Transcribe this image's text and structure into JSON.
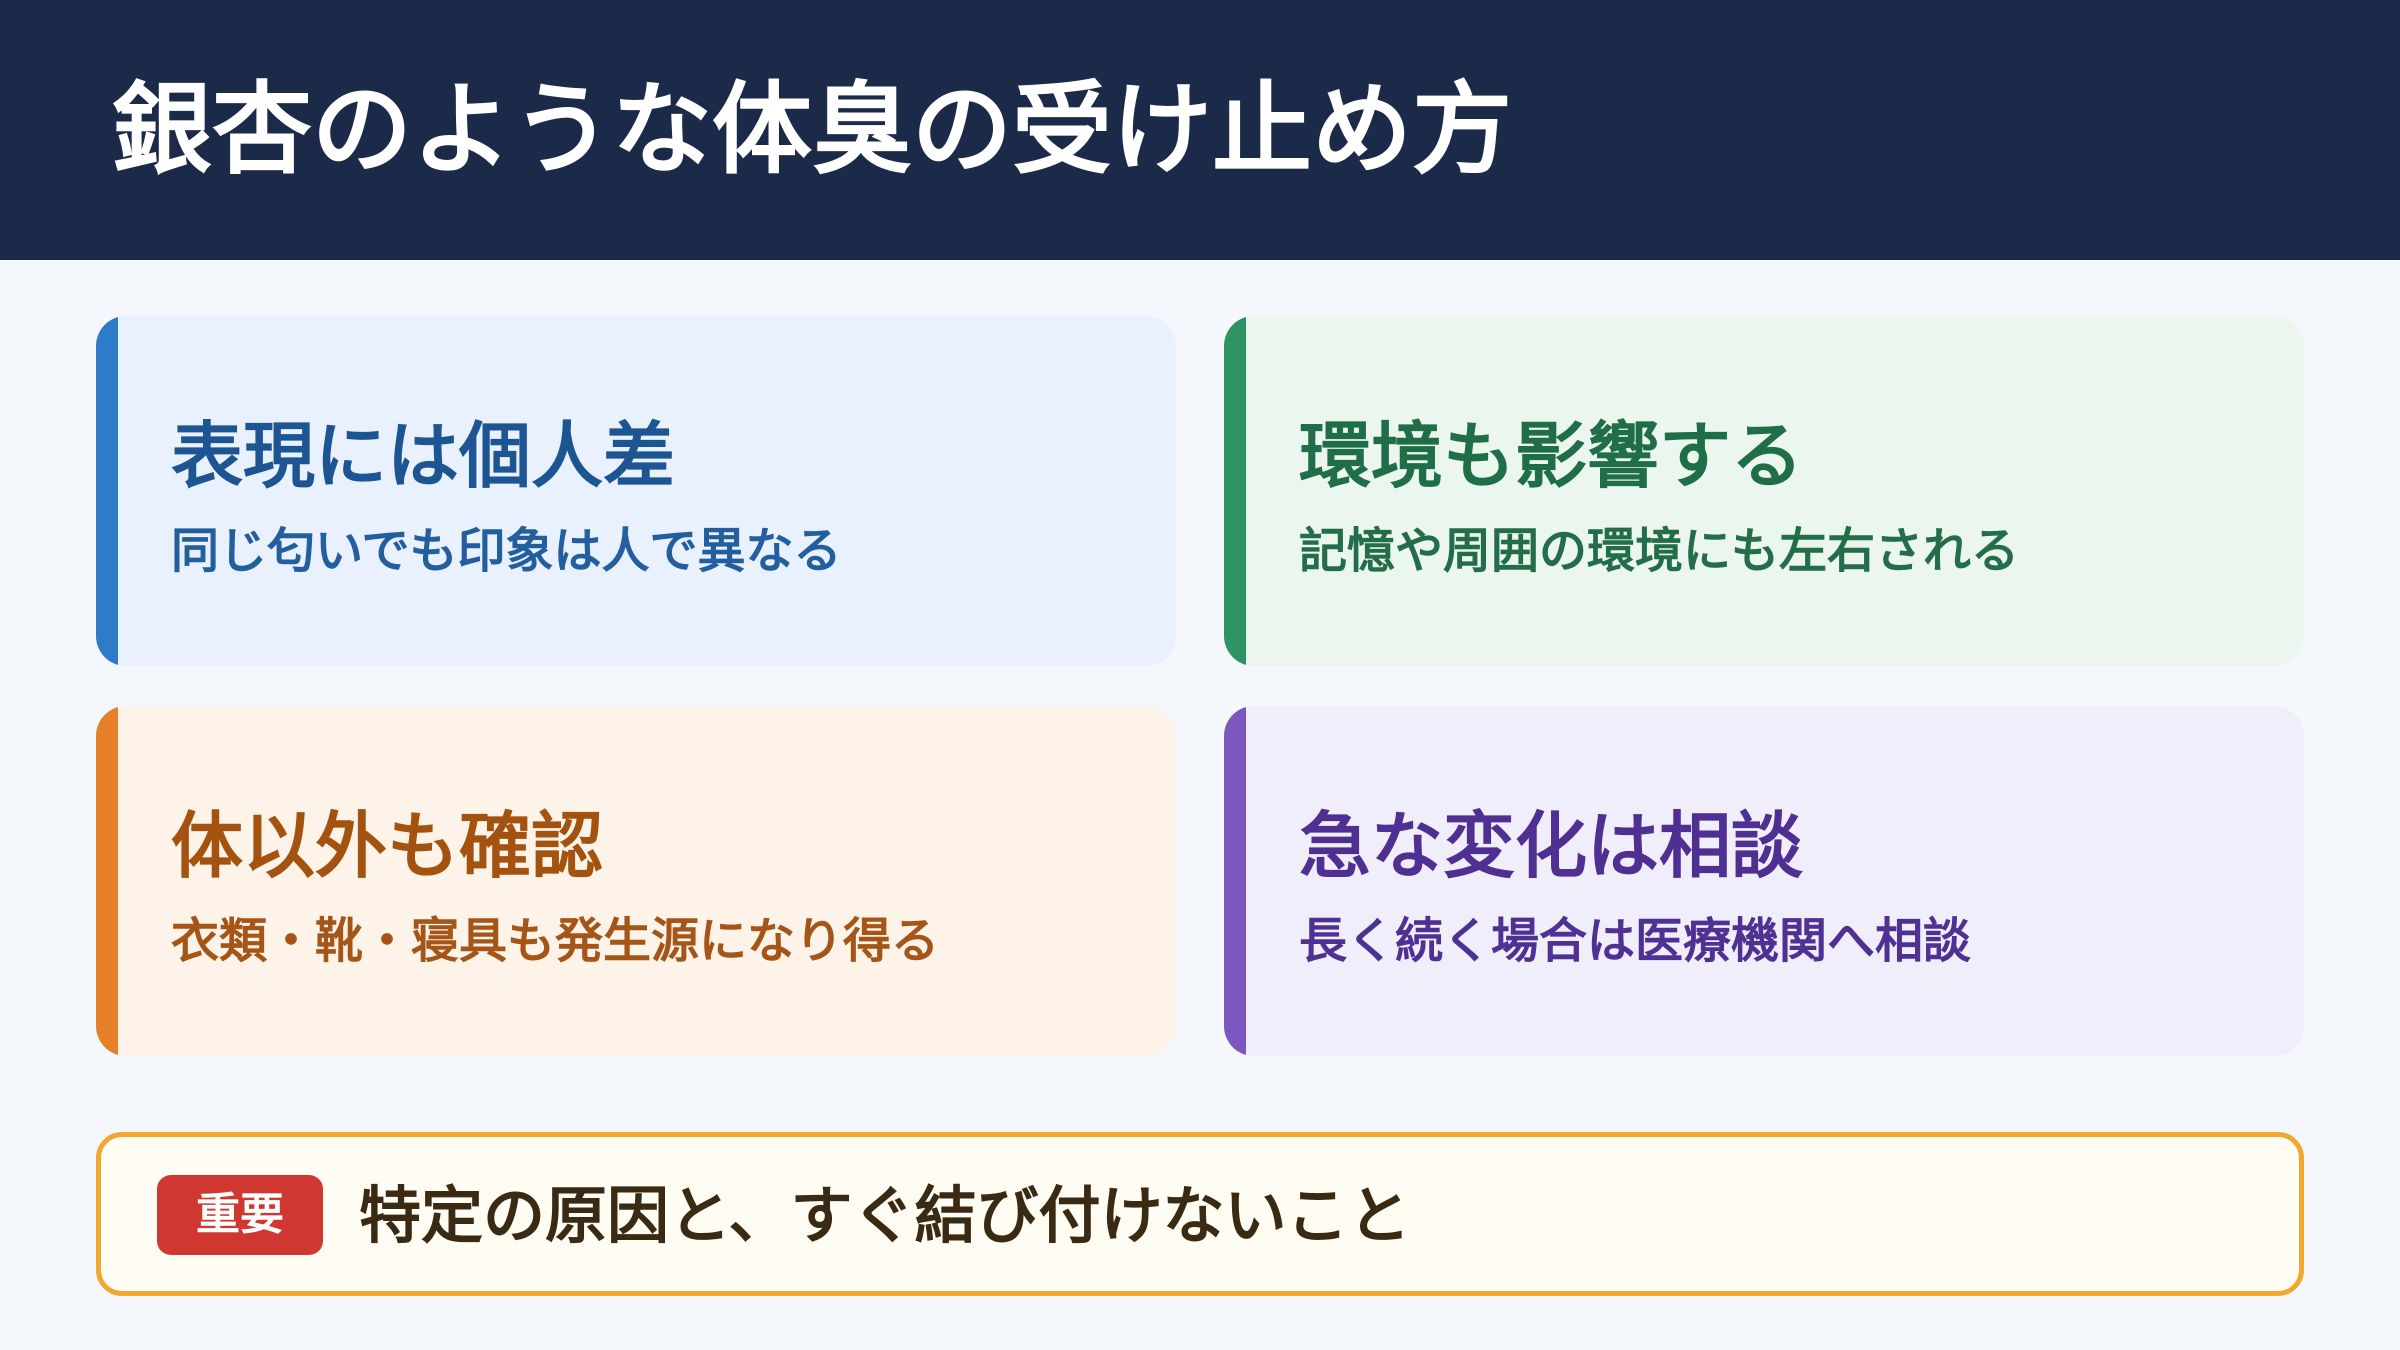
{
  "header": {
    "title": "銀杏のような体臭の受け止め方"
  },
  "cards": [
    {
      "heading": "表現には個人差",
      "sub": "同じ匂いでも印象は人で異なる",
      "accent": "#2e7bc9",
      "heading_color": "#1d5593",
      "sub_color": "#235f9f"
    },
    {
      "heading": "環境も影響する",
      "sub": "記憶や周囲の環境にも左右される",
      "accent": "#2f9464",
      "heading_color": "#1f6e47",
      "sub_color": "#236d49"
    },
    {
      "heading": "体以外も確認",
      "sub": "衣類・靴・寝具も発生源になり得る",
      "accent": "#e68129",
      "heading_color": "#a3520f",
      "sub_color": "#a45517"
    },
    {
      "heading": "急な変化は相談",
      "sub": "長く続く場合は医療機関へ相談",
      "accent": "#7c57bf",
      "heading_color": "#4f2f92",
      "sub_color": "#4f3194"
    }
  ],
  "notice": {
    "badge": "重要",
    "text": "特定の原因と、すぐ結び付けないこと"
  }
}
